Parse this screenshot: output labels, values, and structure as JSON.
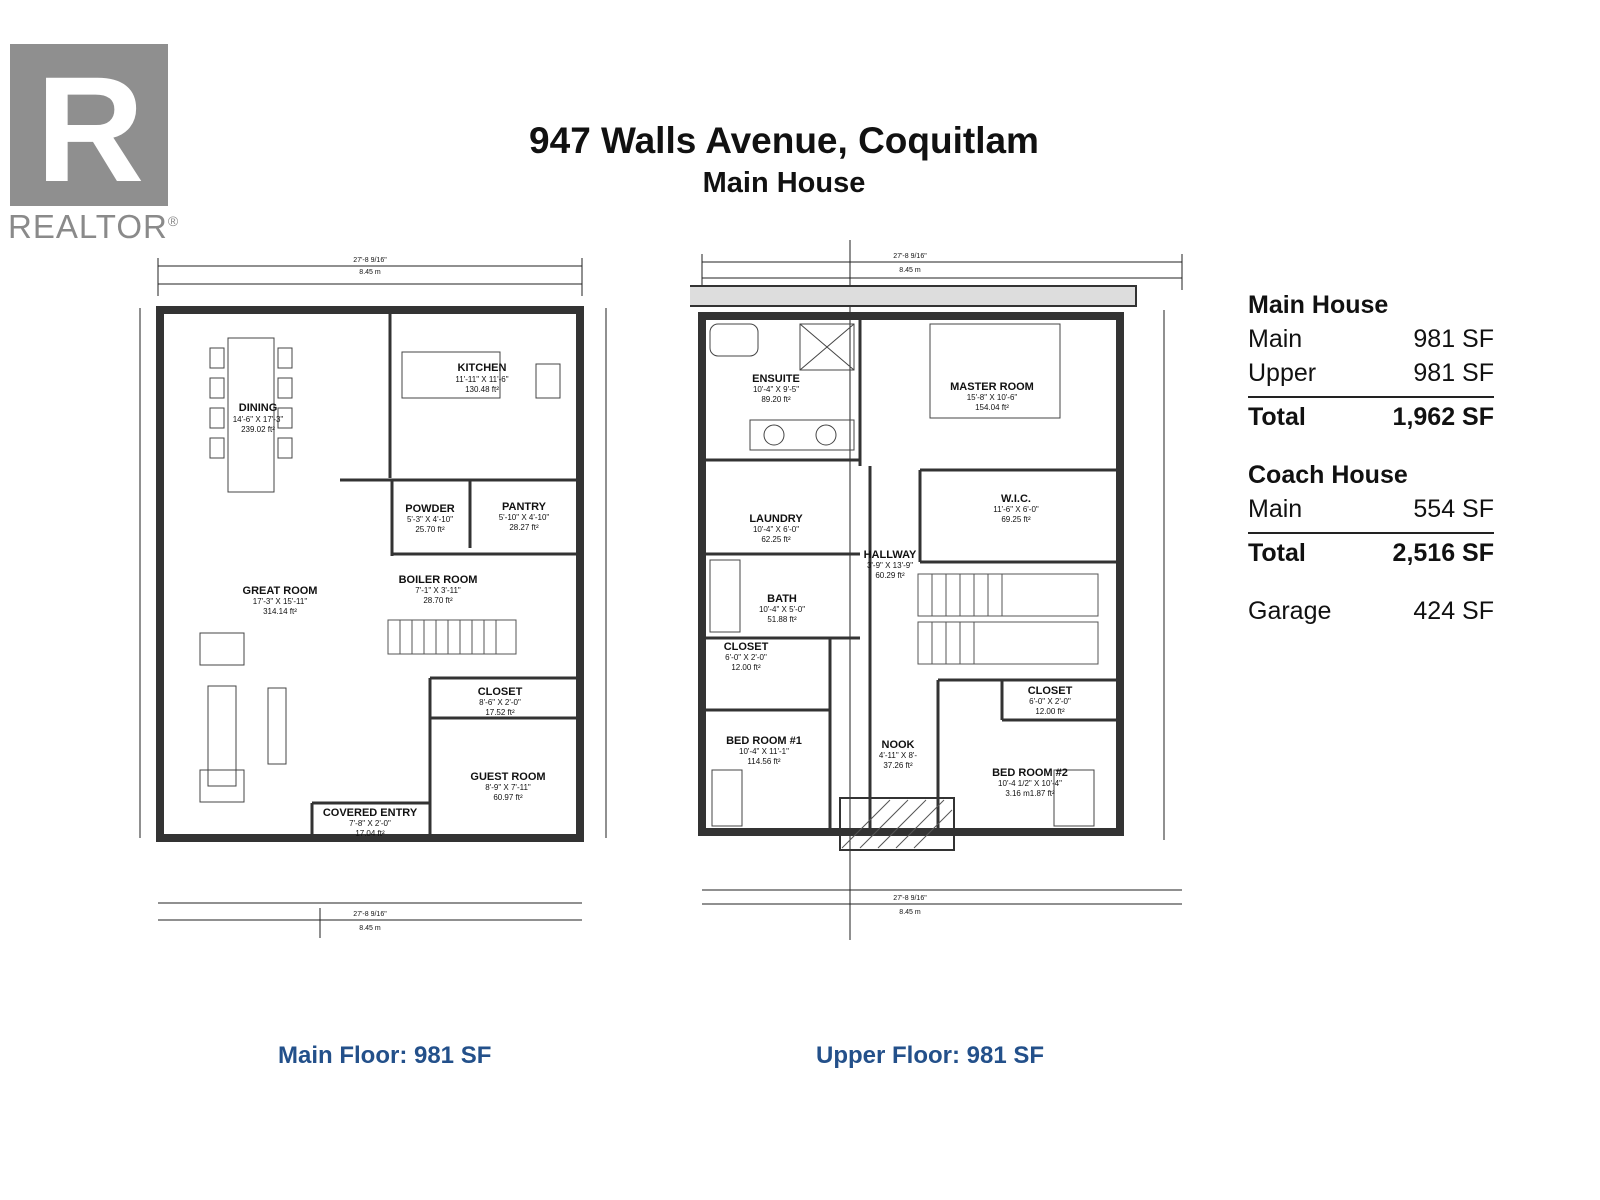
{
  "logo": {
    "word": "REALTOR",
    "mark": "®"
  },
  "header": {
    "title": "947 Walls Avenue, Coquitlam",
    "subtitle": "Main House"
  },
  "main_floor": {
    "caption": "Main Floor: 981 SF",
    "rooms": [
      {
        "name": "DINING",
        "dims": "14'-6\" X 17'-3\"",
        "area": "239.02 ft²"
      },
      {
        "name": "KITCHEN",
        "dims": "11'-11\" X 11'-6\"",
        "area": "130.48 ft²"
      },
      {
        "name": "POWDER",
        "dims": "5'-3\" X 4'-10\"",
        "area": "25.70 ft²"
      },
      {
        "name": "PANTRY",
        "dims": "5'-10\" X 4'-10\"",
        "area": "28.27 ft²"
      },
      {
        "name": "GREAT ROOM",
        "dims": "17'-3\" X 15'-11\"",
        "area": "314.14 ft²"
      },
      {
        "name": "BOILER ROOM",
        "dims": "7'-1\" X 3'-11\"",
        "area": "28.70 ft²"
      },
      {
        "name": "CLOSET",
        "dims": "8'-6\" X 2'-0\"",
        "area": "17.52 ft²"
      },
      {
        "name": "GUEST ROOM",
        "dims": "8'-9\" X 7'-11\"",
        "area": "60.97 ft²"
      },
      {
        "name": "COVERED ENTRY",
        "dims": "7'-8\" X 2'-0\"",
        "area": "17.04 ft²"
      }
    ],
    "overall_dims": [
      "27'-8 9/16\"",
      "8.45 m"
    ]
  },
  "upper_floor": {
    "caption": "Upper Floor: 981 SF",
    "rooms": [
      {
        "name": "ENSUITE",
        "dims": "10'-4\" X 9'-5\"",
        "area": "89.20 ft²"
      },
      {
        "name": "MASTER ROOM",
        "dims": "15'-8\" X 10'-6\"",
        "area": "154.04 ft²"
      },
      {
        "name": "LAUNDRY",
        "dims": "10'-4\" X 6'-0\"",
        "area": "62.25 ft²"
      },
      {
        "name": "W.I.C.",
        "dims": "11'-6\" X 6'-0\"",
        "area": "69.25 ft²"
      },
      {
        "name": "HALLWAY",
        "dims": "3'-9\" X 13'-9\"",
        "area": "60.29 ft²"
      },
      {
        "name": "BATH",
        "dims": "10'-4\" X 5'-0\"",
        "area": "51.88 ft²"
      },
      {
        "name": "CLOSET",
        "dims": "6'-0\" X 2'-0\"",
        "area": "12.00 ft²"
      },
      {
        "name": "CLOSET",
        "dims": "6'-0\" X 2'-0\"",
        "area": "12.00 ft²"
      },
      {
        "name": "BED ROOM #1",
        "dims": "10'-4\" X 11'-1\"",
        "area": "114.56 ft²"
      },
      {
        "name": "NOOK",
        "dims": "4'-11\" X 8'-",
        "area": "37.26 ft²"
      },
      {
        "name": "BED ROOM #2",
        "dims": "10'-4 1/2\" X 10'-4\"",
        "area": "3.16 m1.87 ft²"
      }
    ],
    "overall_dims": [
      "27'-8 9/16\"",
      "8.45 m"
    ]
  },
  "summary": {
    "main_house": {
      "heading": "Main House",
      "rows": [
        {
          "label": "Main",
          "value": "981 SF"
        },
        {
          "label": "Upper",
          "value": "981 SF"
        }
      ],
      "total": {
        "label": "Total",
        "value": "1,962 SF"
      }
    },
    "coach_house": {
      "heading": "Coach House",
      "rows": [
        {
          "label": "Main",
          "value": "554 SF"
        }
      ],
      "total": {
        "label": "Total",
        "value": "2,516 SF"
      }
    },
    "garage": {
      "label": "Garage",
      "value": "424 SF"
    }
  }
}
